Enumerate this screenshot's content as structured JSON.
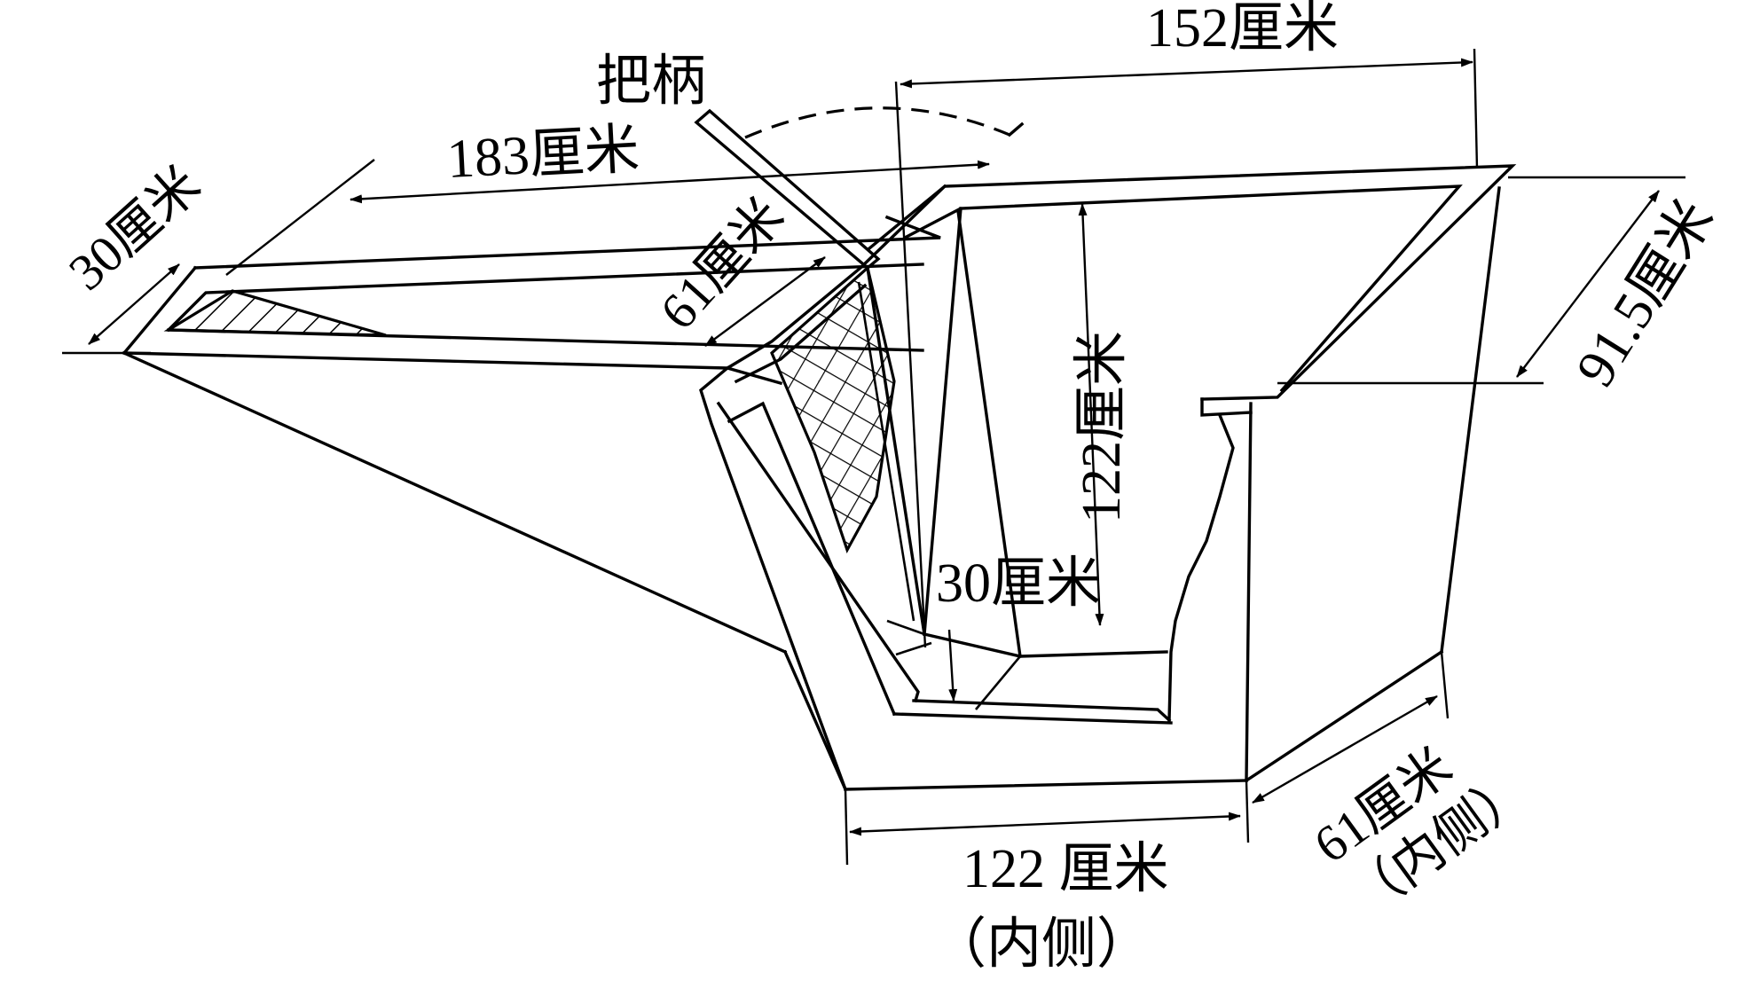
{
  "labels": {
    "handle": "把柄",
    "width_top": "152厘米",
    "length_top": "183厘米",
    "rim_width": "30厘米",
    "slope_61": "61厘米",
    "depth": "122厘米",
    "side_depth": "91.5厘米",
    "bottom_step": "30厘米",
    "bottom_width": "122 厘米",
    "bottom_width_note": "（内侧）",
    "side_length": "61厘米",
    "side_length_note": "（内侧）"
  },
  "colors": {
    "ink": "#000000",
    "paper": "#ffffff"
  }
}
